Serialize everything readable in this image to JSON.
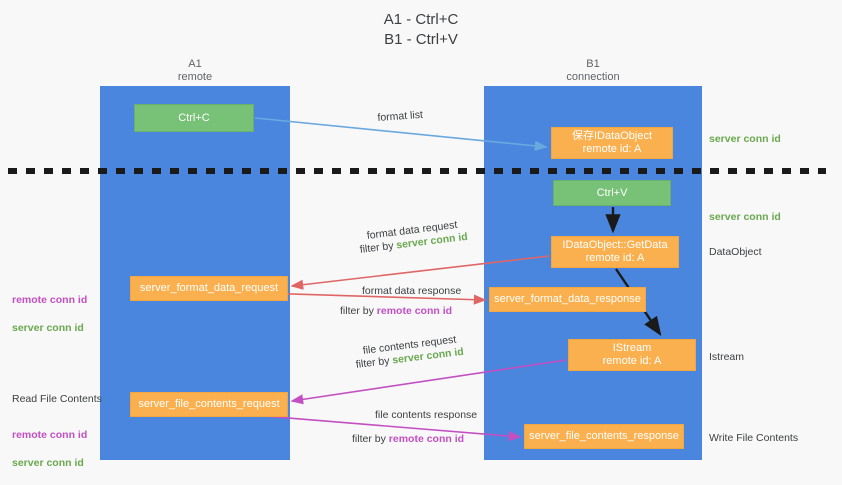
{
  "title": "A1 - Ctrl+C\nB1 - Ctrl+V",
  "colors": {
    "background": "#f8f8f8",
    "lane": "#4a86dd",
    "green_node": "#77c277",
    "orange_node": "#fbb04f",
    "server_conn_id": "#6aa84f",
    "remote_conn_id": "#c34fc3",
    "arrow_blue": "#6aa8e0",
    "arrow_red": "#e06666",
    "arrow_magenta": "#c34fc3",
    "arrow_black": "#1a1a1a",
    "text": "#3c4043"
  },
  "columns": [
    {
      "id": "a1",
      "title": "A1",
      "subtitle": "remote",
      "header": "A1\nremote"
    },
    {
      "id": "b1",
      "title": "B1",
      "subtitle": "connection",
      "header": "B1\nconnection"
    }
  ],
  "nodes": [
    {
      "id": "ctrl-c",
      "label": "Ctrl+C",
      "kind": "green",
      "column": "a1"
    },
    {
      "id": "save-idataobject",
      "label": "保存IDataObject\nremote id: A",
      "kind": "orange",
      "column": "b1"
    },
    {
      "id": "ctrl-v",
      "label": "Ctrl+V",
      "kind": "green",
      "column": "b1"
    },
    {
      "id": "getdata",
      "label": "IDataObject::GetData\nremote id: A",
      "kind": "orange",
      "column": "b1"
    },
    {
      "id": "server-format-data-request",
      "label": "server_format_data_request",
      "kind": "orange",
      "column": "a1"
    },
    {
      "id": "server-format-data-response",
      "label": "server_format_data_response",
      "kind": "orange",
      "column": "b1"
    },
    {
      "id": "istream",
      "label": "IStream\nremote id: A",
      "kind": "orange",
      "column": "b1"
    },
    {
      "id": "server-file-contents-request",
      "label": "server_file_contents_request",
      "kind": "orange",
      "column": "a1"
    },
    {
      "id": "server-file-contents-response",
      "label": "server_file_contents_response",
      "kind": "orange",
      "column": "b1"
    }
  ],
  "edge_labels": {
    "format_list": "format list",
    "format_data_request": "format data request",
    "format_data_request_filter_prefix": "filter by ",
    "format_data_request_filter_key": "server conn id",
    "format_data_response": "format data response",
    "format_data_response_filter_prefix": "filter by ",
    "format_data_response_filter_key": "remote conn id",
    "file_contents_request": "file contents request",
    "file_contents_request_filter_prefix": "filter by ",
    "file_contents_request_filter_key": "server conn id",
    "file_contents_response": "file contents response",
    "file_contents_response_filter_prefix": "filter by ",
    "file_contents_response_filter_key": "remote conn id"
  },
  "side_labels": {
    "right": [
      {
        "id": "server-conn-id-top",
        "text": "server conn id",
        "style": "green"
      },
      {
        "id": "server-conn-id-second",
        "text": "server conn id",
        "style": "green"
      },
      {
        "id": "dataobject",
        "text": "DataObject",
        "style": "plain"
      },
      {
        "id": "istream",
        "text": "Istream",
        "style": "plain"
      },
      {
        "id": "write-file-contents",
        "text": "Write File Contents",
        "style": "plain"
      }
    ],
    "left": [
      {
        "id": "conn-ids-format",
        "text": "remote conn id\nserver conn id",
        "style": "mixed"
      },
      {
        "id": "read-file-contents",
        "text": "Read File Contents",
        "style": "plain"
      },
      {
        "id": "conn-ids-file",
        "text": "remote conn id\nserver conn id",
        "style": "mixed"
      }
    ]
  },
  "divider": {
    "id": "dashed-divider",
    "style": "dashed",
    "color": "#1a1a1a"
  }
}
